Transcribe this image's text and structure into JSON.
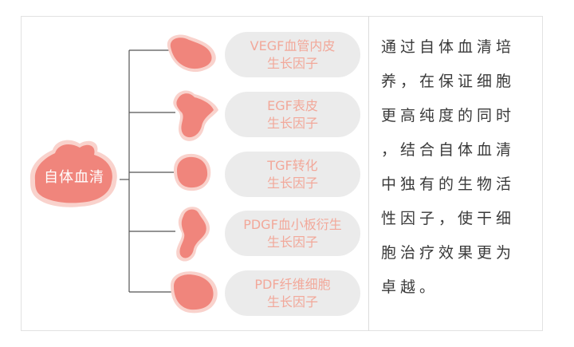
{
  "center": {
    "label": "自体血清"
  },
  "factors": [
    {
      "line1": "VEGF血管内皮",
      "line2": "生长因子"
    },
    {
      "line1": "EGF表皮",
      "line2": "生长因子"
    },
    {
      "line1": "TGF转化",
      "line2": "生长因子"
    },
    {
      "line1": "PDGF血小板衍生",
      "line2": "生长因子"
    },
    {
      "line1": "PDF纤维细胞",
      "line2": "生长因子"
    }
  ],
  "description": {
    "lines": [
      "通过自体血清培",
      "养，在保证细胞",
      "更高纯度的同时",
      "，结合自体血清",
      "中独有的生物活",
      "性因子，使干细",
      "胞治疗效果更为",
      "卓越。"
    ]
  },
  "colors": {
    "blob_fill": "#f0857c",
    "blob_outline": "#f9d2cc",
    "pill_bg": "#ebebeb",
    "pill_text": "#f2a89a",
    "line": "#555555"
  }
}
